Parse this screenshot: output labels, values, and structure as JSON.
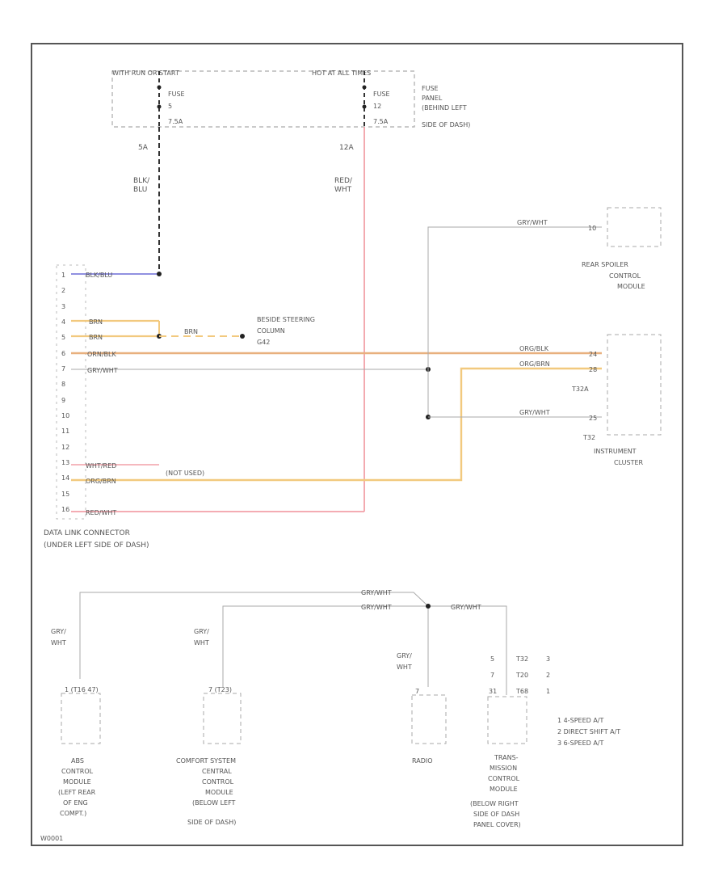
{
  "fuse_box": {
    "left_header": "WITH RUN OR START",
    "right_header": "HOT AT ALL TIMES",
    "fuse_left": [
      "FUSE",
      "5",
      "7.5A"
    ],
    "fuse_right": [
      "FUSE",
      "12",
      "7.5A"
    ],
    "panel_label": [
      "FUSE",
      "PANEL",
      "(BEHIND LEFT",
      "SIDE OF DASH)"
    ]
  },
  "wires": {
    "left_amp": "5A",
    "right_amp": "12A",
    "left_color": [
      "BLK/",
      "BLU"
    ],
    "right_color": [
      "RED/",
      "WHT"
    ]
  },
  "dlc": {
    "pins": [
      "1",
      "2",
      "3",
      "4",
      "5",
      "6",
      "7",
      "8",
      "9",
      "10",
      "11",
      "12",
      "13",
      "14",
      "15",
      "16"
    ],
    "wire_labels": {
      "p1": "BLK/BLU",
      "p4": "BRN",
      "p5": "BRN",
      "p6": "ORN/BLK",
      "p7": "GRY/WHT",
      "p13": "WHT/RED",
      "p14": "ORG/BRN",
      "p16": "RED/WHT"
    },
    "not_used": "(NOT USED)",
    "label": [
      "DATA LINK CONNECTOR",
      "(UNDER LEFT SIDE OF DASH)"
    ]
  },
  "ground": {
    "wire": "BRN",
    "label": [
      "BESIDE STEERING",
      "COLUMN",
      "G42"
    ]
  },
  "spoiler": {
    "wire": "GRY/WHT",
    "pin": "10",
    "label": [
      "REAR SPOILER",
      "CONTROL",
      "MODULE"
    ]
  },
  "cluster": {
    "wire_a": "ORG/BLK",
    "pin_a": "24",
    "wire_b": "ORG/BRN",
    "pin_b": "28",
    "conn_a": "T32A",
    "wire_c": "GRY/WHT",
    "pin_c": "25",
    "conn_b": "T32",
    "label": [
      "INSTRUMENT",
      "CLUSTER"
    ]
  },
  "bottom": {
    "top_wire_a": "GRY/WHT",
    "top_wire_b": "GRY/WHT",
    "top_wire_c": "GRY/WHT",
    "abs_wire": [
      "GRY/",
      "WHT"
    ],
    "abs_conn": "1 (T16 47)",
    "abs_label": [
      "ABS",
      "CONTROL",
      "MODULE",
      "(LEFT REAR",
      "OF ENG",
      "COMPT.)"
    ],
    "comfort_wire": [
      "GRY/",
      "WHT"
    ],
    "comfort_conn": "7 (T23)",
    "comfort_label": [
      "COMFORT SYSTEM",
      "CENTRAL",
      "CONTROL",
      "MODULE",
      "(BELOW LEFT",
      "SIDE OF DASH)"
    ],
    "radio_wire": [
      "GRY/",
      "WHT"
    ],
    "radio_conn": "7",
    "radio_label": "RADIO",
    "tcm_pins": [
      "5",
      "7",
      "31"
    ],
    "tcm_conns": [
      "T32",
      "T20",
      "T68"
    ],
    "tcm_refs": [
      "3",
      "2",
      "1"
    ],
    "tcm_label": [
      "TRANS-",
      "MISSION",
      "CONTROL",
      "MODULE",
      "(BELOW RIGHT",
      "SIDE OF DASH",
      "PANEL COVER)"
    ],
    "legend": [
      "1  4-SPEED A/T",
      "2  DIRECT SHIFT A/T",
      "3  6-SPEED A/T"
    ]
  },
  "footer": "W0001"
}
